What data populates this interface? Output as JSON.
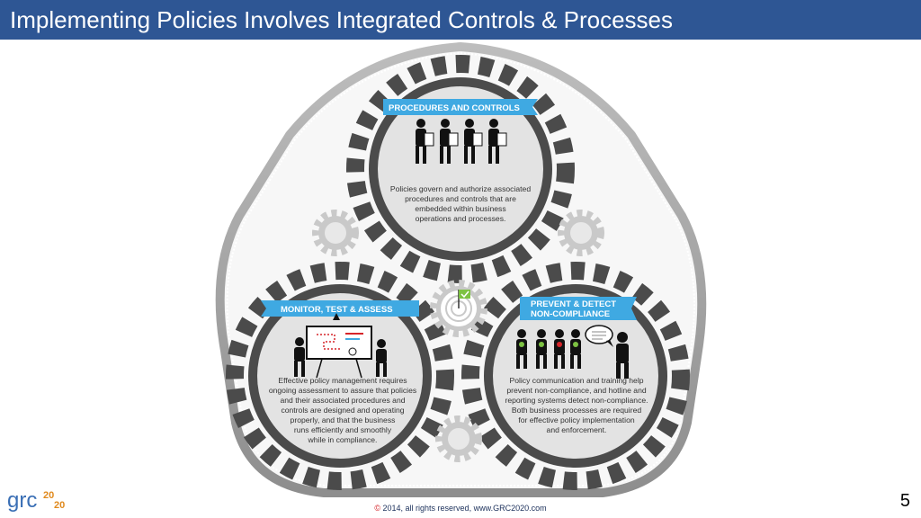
{
  "slide": {
    "title": "Implementing Policies Involves Integrated Controls & Processes",
    "page_number": "5",
    "footer_symbol": "©",
    "footer_text": " 2014, all rights reserved, www.GRC2020.com"
  },
  "logo": {
    "text_main": "grc",
    "text_super": "20",
    "text_sub": "20"
  },
  "diagram": {
    "top": {
      "title": "PROCEDURES AND CONTROLS",
      "desc": [
        "Policies govern and authorize associated",
        "procedures and controls that are",
        "embedded within business",
        "operations and processes."
      ]
    },
    "left": {
      "title": "MONITOR, TEST & ASSESS",
      "desc": [
        "Effective policy management requires",
        "ongoing assessment to assure that policies",
        "and their associated procedures and",
        "controls are designed and operating",
        "properly, and that the business",
        "runs efficiently and smoothly",
        "while in compliance."
      ]
    },
    "right": {
      "title_lines": [
        "PREVENT & DETECT",
        "NON-COMPLIANCE"
      ],
      "desc": [
        "Policy communication and training help",
        "prevent non-compliance, and hotline and",
        "reporting systems detect non-compliance.",
        "Both business processes are required",
        "for effective policy implementation",
        "and enforcement."
      ]
    }
  },
  "colors": {
    "title_bar": "#2e5694",
    "banner": "#3fa9e2",
    "gear_dark": "#4b4b4b",
    "gear_light": "#c9c9c9",
    "disc": "#e3e3e3",
    "check_green": "#7dc242",
    "flag_red": "#d6252a"
  }
}
